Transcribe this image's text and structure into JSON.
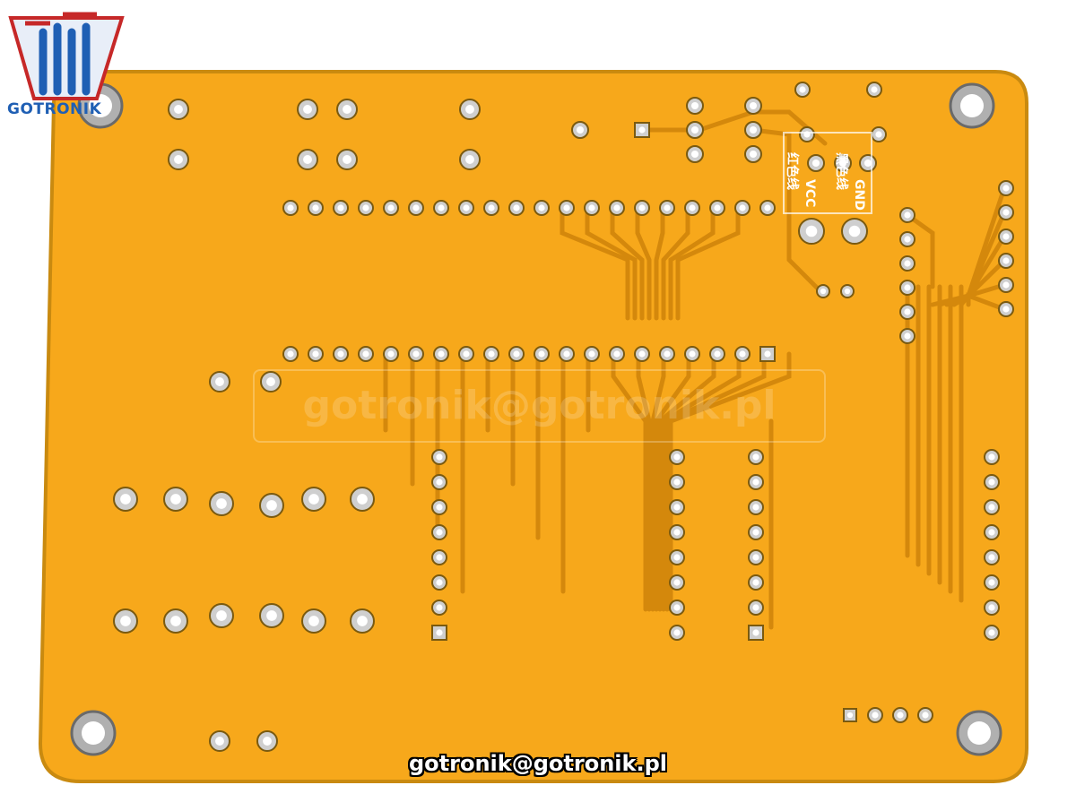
{
  "brand": {
    "name": "GOTRONIK",
    "email": "gotronik@gotronik.pl",
    "watermark": "gotronik@gotronik.pl"
  },
  "silkscreen": {
    "gnd": "GND",
    "vcc": "VCC",
    "black_wire": "黑色线",
    "red_wire": "红色线"
  },
  "colors": {
    "board": "#f7a81b",
    "board_edge": "#c98a10",
    "pad_ring": "#d9d9d9",
    "pad_hole": "#ffffff",
    "trace": "#d88f10"
  }
}
